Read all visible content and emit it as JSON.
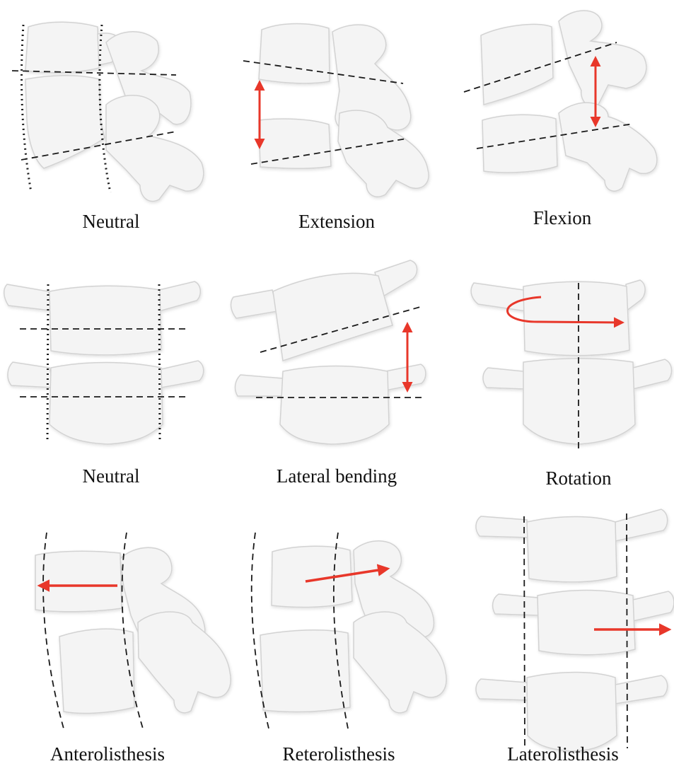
{
  "figure": {
    "panels": [
      {
        "caption": "Neutral"
      },
      {
        "caption": "Extension"
      },
      {
        "caption": "Flexion"
      },
      {
        "caption": "Neutral"
      },
      {
        "caption": "Lateral bending"
      },
      {
        "caption": "Rotation"
      },
      {
        "caption": "Anterolisthesis"
      },
      {
        "caption": "Reterolisthesis"
      },
      {
        "caption": "Laterolisthesis"
      }
    ]
  },
  "colors": {
    "arrow": "#e8372a",
    "bone_fill": "#f4f4f4",
    "bone_stroke": "#d2d2d2",
    "guide_line": "#1a1a1a"
  }
}
